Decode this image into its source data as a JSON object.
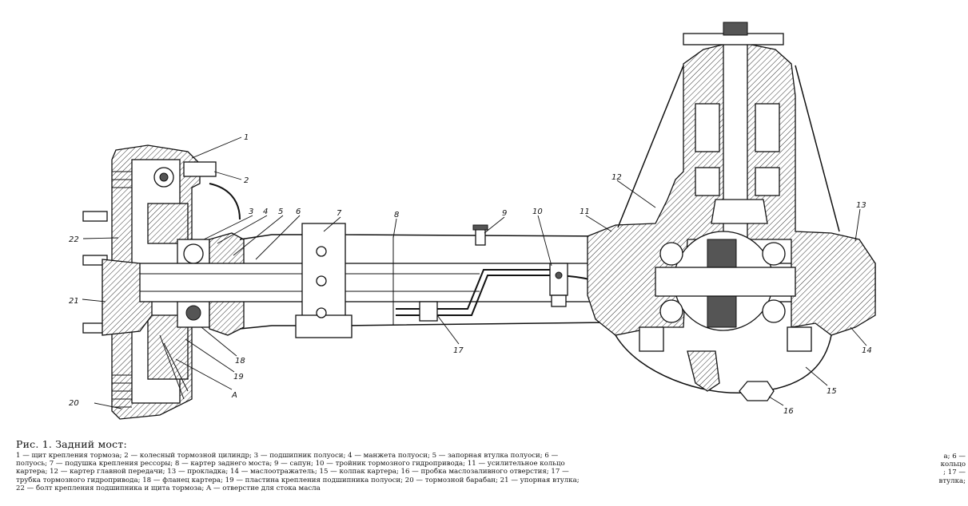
{
  "caption": {
    "title": "Рис.  1. Задний мост:",
    "lines": [
      "1 — щит  крепления  тормоза;  2 — колесный  тормозной  цилиндр;  3 — подшипник полуоси;  4 — манжета  полуоси;  5 — запорная втулка полуоси;  6 —",
      "полуось;  7 — подушка  крепления  рессоры;  8 — картер  заднего  моста;  9 — сапун;  10 — тройник тормозного гидропривода;  11 — усилительное  кольцо",
      "картера;  12 — картер  главной передачи;  13 — прокладка;  14 — маслоотражатель;  15 — колпак  картера;  16 — пробка  маслозаливного  отверстия;  17 —",
      "трубка  тормозного гидропривода;  18 — фланец  картера;  19 — пластина  крепления  подшипника полуоси;  20 — тормозной барабан;  21 — упорная  втулка;",
      "22 — болт  крепления  подшипника  и щита тормоза;  A — отверстие  для  стока масла"
    ],
    "side_fragments": [
      "а;  6 —",
      "кольцо",
      ";  17 —",
      "втулка;"
    ]
  },
  "callouts": [
    {
      "id": "1",
      "label": "1"
    },
    {
      "id": "2",
      "label": "2"
    },
    {
      "id": "3",
      "label": "3"
    },
    {
      "id": "4",
      "label": "4"
    },
    {
      "id": "5",
      "label": "5"
    },
    {
      "id": "6",
      "label": "6"
    },
    {
      "id": "7",
      "label": "7"
    },
    {
      "id": "8",
      "label": "8"
    },
    {
      "id": "9",
      "label": "9"
    },
    {
      "id": "10",
      "label": "10"
    },
    {
      "id": "11",
      "label": "11"
    },
    {
      "id": "12",
      "label": "12"
    },
    {
      "id": "13",
      "label": "13"
    },
    {
      "id": "14",
      "label": "14"
    },
    {
      "id": "15",
      "label": "15"
    },
    {
      "id": "16",
      "label": "16"
    },
    {
      "id": "17",
      "label": "17"
    },
    {
      "id": "18",
      "label": "18"
    },
    {
      "id": "19",
      "label": "19"
    },
    {
      "id": "20",
      "label": "20"
    },
    {
      "id": "21",
      "label": "21"
    },
    {
      "id": "22",
      "label": "22"
    },
    {
      "id": "A",
      "label": "A"
    }
  ]
}
